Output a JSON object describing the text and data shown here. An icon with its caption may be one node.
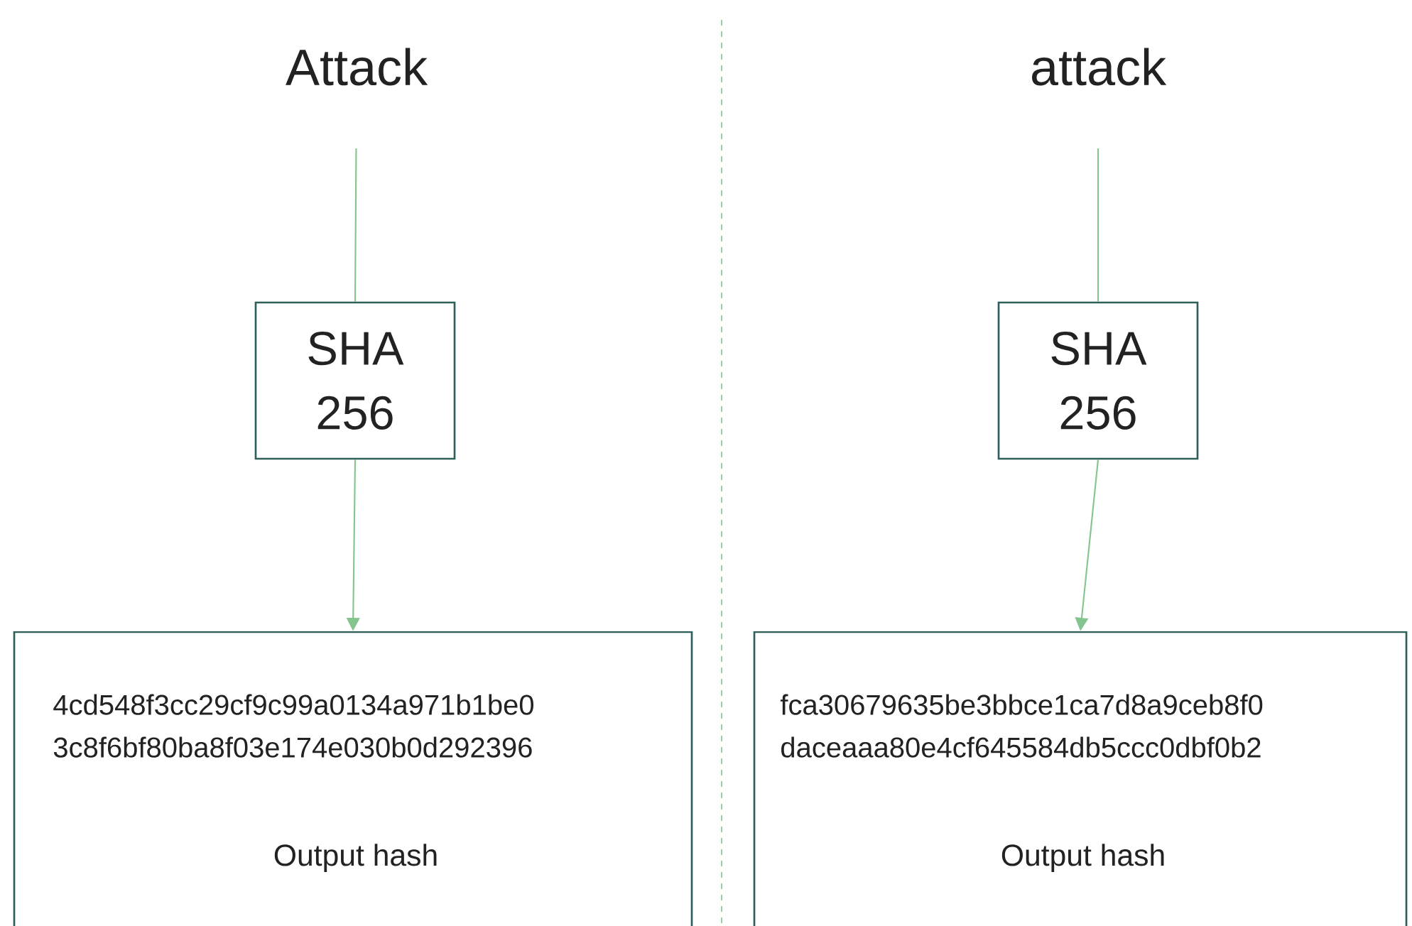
{
  "diagram": {
    "nodes": [
      {
        "text": [
          "Attack"
        ]
      },
      {
        "text": [
          "SHA 256"
        ]
      },
      {
        "text": [
          "4cd548f3cc29cf9c99a0134a971b1be0 3c8f6bf80ba8f03e174e030b0d292396",
          "Output hash"
        ]
      },
      {
        "text": [
          "attack"
        ]
      },
      {
        "text": [
          "SHA 256"
        ]
      },
      {
        "text": [
          "fca30679635be3bbce1ca7d8a9ceb8f0 daceaaa80e4cf645584db5ccc0dbf0b2",
          "Output hash"
        ]
      }
    ],
    "edges": [
      {
        "from": 0,
        "to": 1,
        "arrow": "none"
      },
      {
        "from": 1,
        "to": 2,
        "arrow": "to"
      },
      {
        "from": 3,
        "to": 4,
        "arrow": "none"
      },
      {
        "from": 4,
        "to": 5,
        "arrow": "to"
      }
    ]
  }
}
